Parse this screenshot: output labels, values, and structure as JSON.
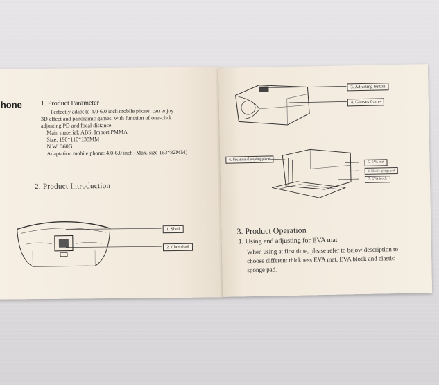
{
  "left_page": {
    "edge_title": "hone",
    "section1": {
      "heading": "1.  Product Parameter",
      "lines": [
        "Perfectly adapt to 4.0-6.0 inch mobile phone, can enjoy",
        "3D effect and panoramic games, with function of one-click",
        "adjusting PD and focal distance."
      ],
      "specs": [
        "Main material: ABS, Import PMMA",
        "Size: 190*110*138MM",
        "N.W: 360G",
        "Adaptation mobile phone: 4.0-6.0 inch (Max. size 163*82MM)"
      ]
    },
    "section2": {
      "heading": "2.  Product Introduction",
      "callouts": [
        "1. Shell",
        "2. Clamshell"
      ]
    }
  },
  "right_page": {
    "top_callouts": [
      "3. Adjusting button",
      "4. Glasses frame"
    ],
    "mid_callouts": [
      "6. Fixation clamping piece",
      "5. EVA mat",
      "6. Elastic sponge pad",
      "7. EVA block"
    ],
    "section3": {
      "heading": "3.  Product Operation",
      "subheading": "1. Using and adjusting for EVA mat",
      "body": "When using at first time, please refer to below description to choose different thickness EVA mat, EVA block and elastic sponge pad."
    }
  },
  "colors": {
    "paper": "#f3ebdf",
    "ink": "#2b2b2b",
    "table": "#dedcde"
  }
}
